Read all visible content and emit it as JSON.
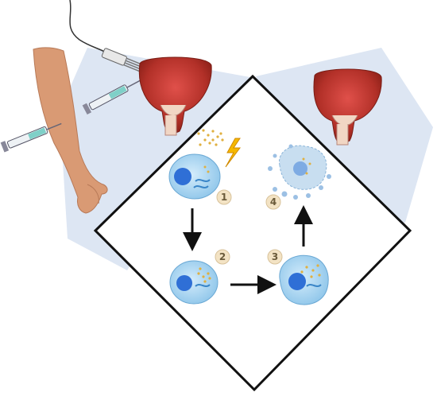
{
  "steps": [
    {
      "label": "1"
    },
    {
      "label": "2"
    },
    {
      "label": "3"
    },
    {
      "label": "4"
    }
  ],
  "icons": {
    "energy": "lightning-bolt-icon",
    "nanoparticles": "dot-cluster-icon"
  },
  "colors": {
    "background_panel": "#dde6f3",
    "diamond_border": "#111111",
    "cell_fill": "#a9d4f0",
    "nucleus": "#2f6fd6",
    "bladder": "#c0392b",
    "skin": "#d99a74",
    "bolt": "#f5b800",
    "step_badge": "#f3e3c4"
  }
}
